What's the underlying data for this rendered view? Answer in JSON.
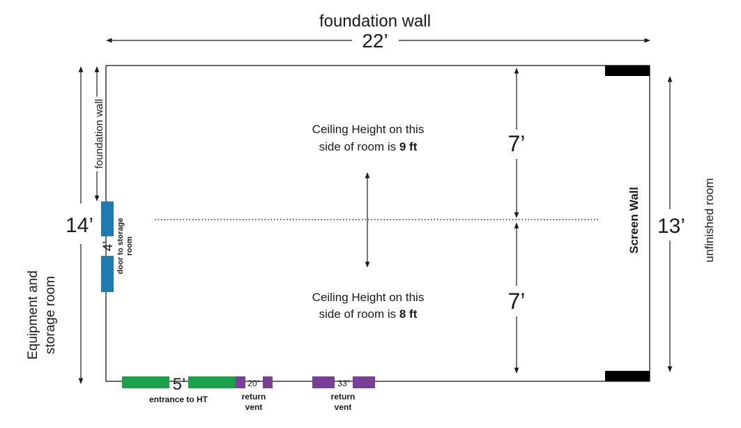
{
  "top_wall": {
    "label": "foundation wall",
    "dimension": "22’"
  },
  "left_upper_wall": {
    "label": "foundation wall"
  },
  "left_room": {
    "label_line1": "Equipment and",
    "label_line2": "storage room",
    "dimension": "14’"
  },
  "right_room": {
    "label": "unfinished room",
    "dimension": "13’"
  },
  "screen_wall": {
    "label": "Screen Wall"
  },
  "door_storage": {
    "dimension": "4’",
    "label_line1": "door to storage",
    "label_line2": "room"
  },
  "ceiling_upper": {
    "line1": "Ceiling Height on this",
    "line2_prefix": "side of room is ",
    "line2_value": "9 ft",
    "dimension": "7’"
  },
  "ceiling_lower": {
    "line1": "Ceiling Height on this",
    "line2_prefix": "side of room is ",
    "line2_value": "8 ft",
    "dimension": "7’"
  },
  "entrance": {
    "dimension": "5’",
    "label": "entrance to HT"
  },
  "vent_1": {
    "dimension": "20”",
    "label_line1": "return",
    "label_line2": "vent"
  },
  "vent_2": {
    "dimension": "33”",
    "label_line1": "return",
    "label_line2": "vent"
  },
  "colors": {
    "door": "#1f7ab0",
    "entrance": "#1aa04a",
    "vent": "#7a3f96",
    "screen": "#000000"
  }
}
